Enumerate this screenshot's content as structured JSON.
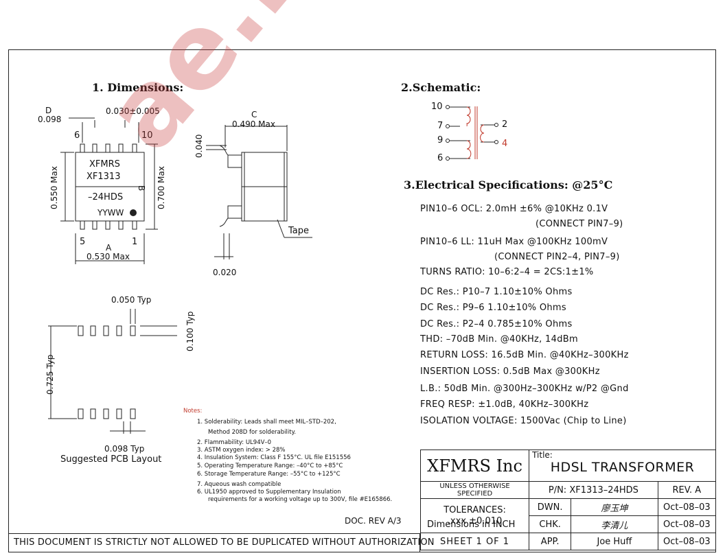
{
  "sections": {
    "dimensions": "1. Dimensions:",
    "schematic": "2.Schematic:",
    "electrical": "3.Electrical Specifications: @25°C"
  },
  "package": {
    "d_label": "D",
    "d_value": "0.098",
    "pin_pitch": "0.030±0.005",
    "pin6": "6",
    "pin10": "10",
    "pin5": "5",
    "pin1": "1",
    "body_text": [
      "XFMRS",
      "XF1313",
      "–24HDS",
      "YYWW"
    ],
    "height_max": "0.550 Max",
    "b_label": "B",
    "b_value": "0.700 Max",
    "a_label": "A",
    "a_value": "0.530 Max",
    "c_label": "C",
    "c_value": "0.490 Max",
    "lead_thick": "0.040",
    "lead_foot": "0.020",
    "tape": "Tape"
  },
  "pcb": {
    "pad_width": "0.050 Typ",
    "pad_len": "0.100 Typ",
    "row_span": "0.725 Typ",
    "pitch": "0.098 Typ",
    "caption": "Suggested PCB Layout"
  },
  "schematic_pins": [
    "10",
    "7",
    "9",
    "6",
    "2",
    "4"
  ],
  "specs": [
    "PIN10–6 OCL: 2.0mH ±6% @10KHz 0.1V",
    "(CONNECT PIN7–9)",
    "PIN10–6 LL: 11uH Max @100KHz 100mV",
    "(CONNECT PIN2–4, PIN7–9)",
    "TURNS RATIO: 10–6:2–4 = 2CS:1±1%",
    "DC Res.: P10–7 1.10±10% Ohms",
    "DC Res.: P9–6 1.10±10% Ohms",
    "DC Res.: P2–4 0.785±10% Ohms",
    "THD: –70dB Min. @40KHz, 14dBm",
    "RETURN LOSS: 16.5dB Min. @40KHz–300KHz",
    "INSERTION LOSS: 0.5dB Max @300KHz",
    "L.B.: 50dB Min. @300Hz–300KHz w/P2 @Gnd",
    "FREQ RESP: ±1.0dB, 40KHz–300KHz",
    "ISOLATION VOLTAGE: 1500Vac (Chip to Line)"
  ],
  "notes": {
    "title": "Notes:",
    "items": [
      "1. Solderability: Leads shall meet MIL–STD–202,",
      "Method 208D for solderability.",
      "2. Flammability: UL94V–0",
      "3. ASTM oxygen index: > 28%",
      "4. Insulation System: Class F 155°C. UL file E151556",
      "5. Operating Temperature Range: –40°C to +85°C",
      "6. Storage Temperature Range: –55°C to +125°C",
      "7. Aqueous wash compatible",
      "6. UL1950 approved to Supplementary Insulation",
      "requirements for a working voltage up to 300V, file #E165866."
    ]
  },
  "doc_rev": "DOC. REV A/3",
  "footer": "THIS DOCUMENT IS STRICTLY NOT ALLOWED TO BE DUPLICATED WITHOUT AUTHORIZATION",
  "title_block": {
    "company": "XFMRS Inc",
    "title_label": "Title:",
    "title": "HDSL TRANSFORMER",
    "unless": "UNLESS OTHERWISE SPECIFIED",
    "tolerances": "TOLERANCES:",
    "xxx": ".xxx ±0.010",
    "dims": "Dimensions in INCH",
    "pn_label": "P/N:",
    "pn": "XF1313–24HDS",
    "rev": "REV. A",
    "dwn": "DWN.",
    "dwn_sig": "廖玉坤",
    "dwn_date": "Oct–08–03",
    "chk": "CHK.",
    "chk_sig": "李清儿",
    "chk_date": "Oct–08–03",
    "app": "APP.",
    "app_name": "Joe Huff",
    "app_date": "Oct–08–03",
    "sheet": "SHEET 1 OF 1"
  },
  "watermark": "ae.isoog.com"
}
